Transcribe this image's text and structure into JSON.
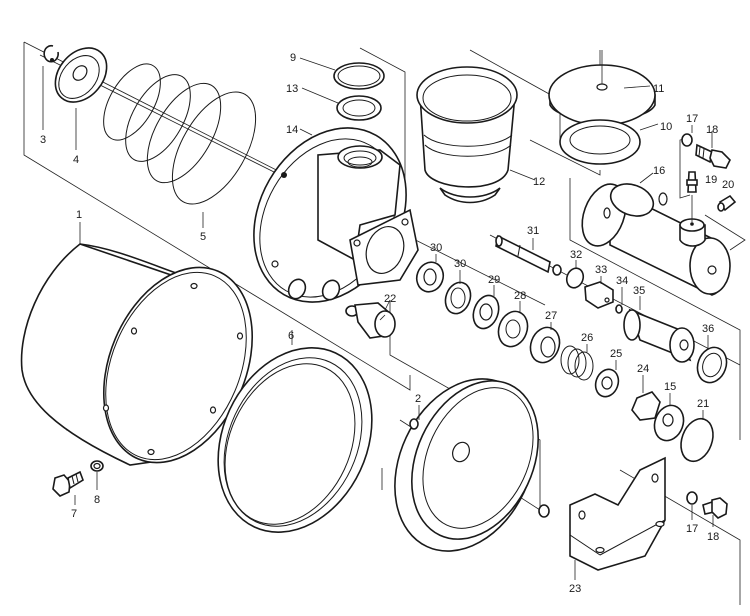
{
  "diagram": {
    "type": "exploded-parts-view",
    "subject": "Brake booster / master cylinder assembly",
    "callouts": {
      "p1": "1",
      "p2": "2",
      "p3": "3",
      "p4": "4",
      "p5": "5",
      "p6": "6",
      "p7": "7",
      "p8": "8",
      "p9": "9",
      "p10": "10",
      "p11": "11",
      "p12": "12",
      "p13": "13",
      "p14": "14",
      "p15": "15",
      "p16": "16",
      "p17a": "17",
      "p17b": "17",
      "p18a": "18",
      "p18b": "18",
      "p19": "19",
      "p20": "20",
      "p21": "21",
      "p22": "22",
      "p23": "23",
      "p24": "24",
      "p25": "25",
      "p26": "26",
      "p27": "27",
      "p28": "28",
      "p29": "29",
      "p30a": "30",
      "p30b": "30",
      "p31": "31",
      "p32": "32",
      "p33": "33",
      "p34": "34",
      "p35": "35",
      "p36": "36"
    }
  }
}
